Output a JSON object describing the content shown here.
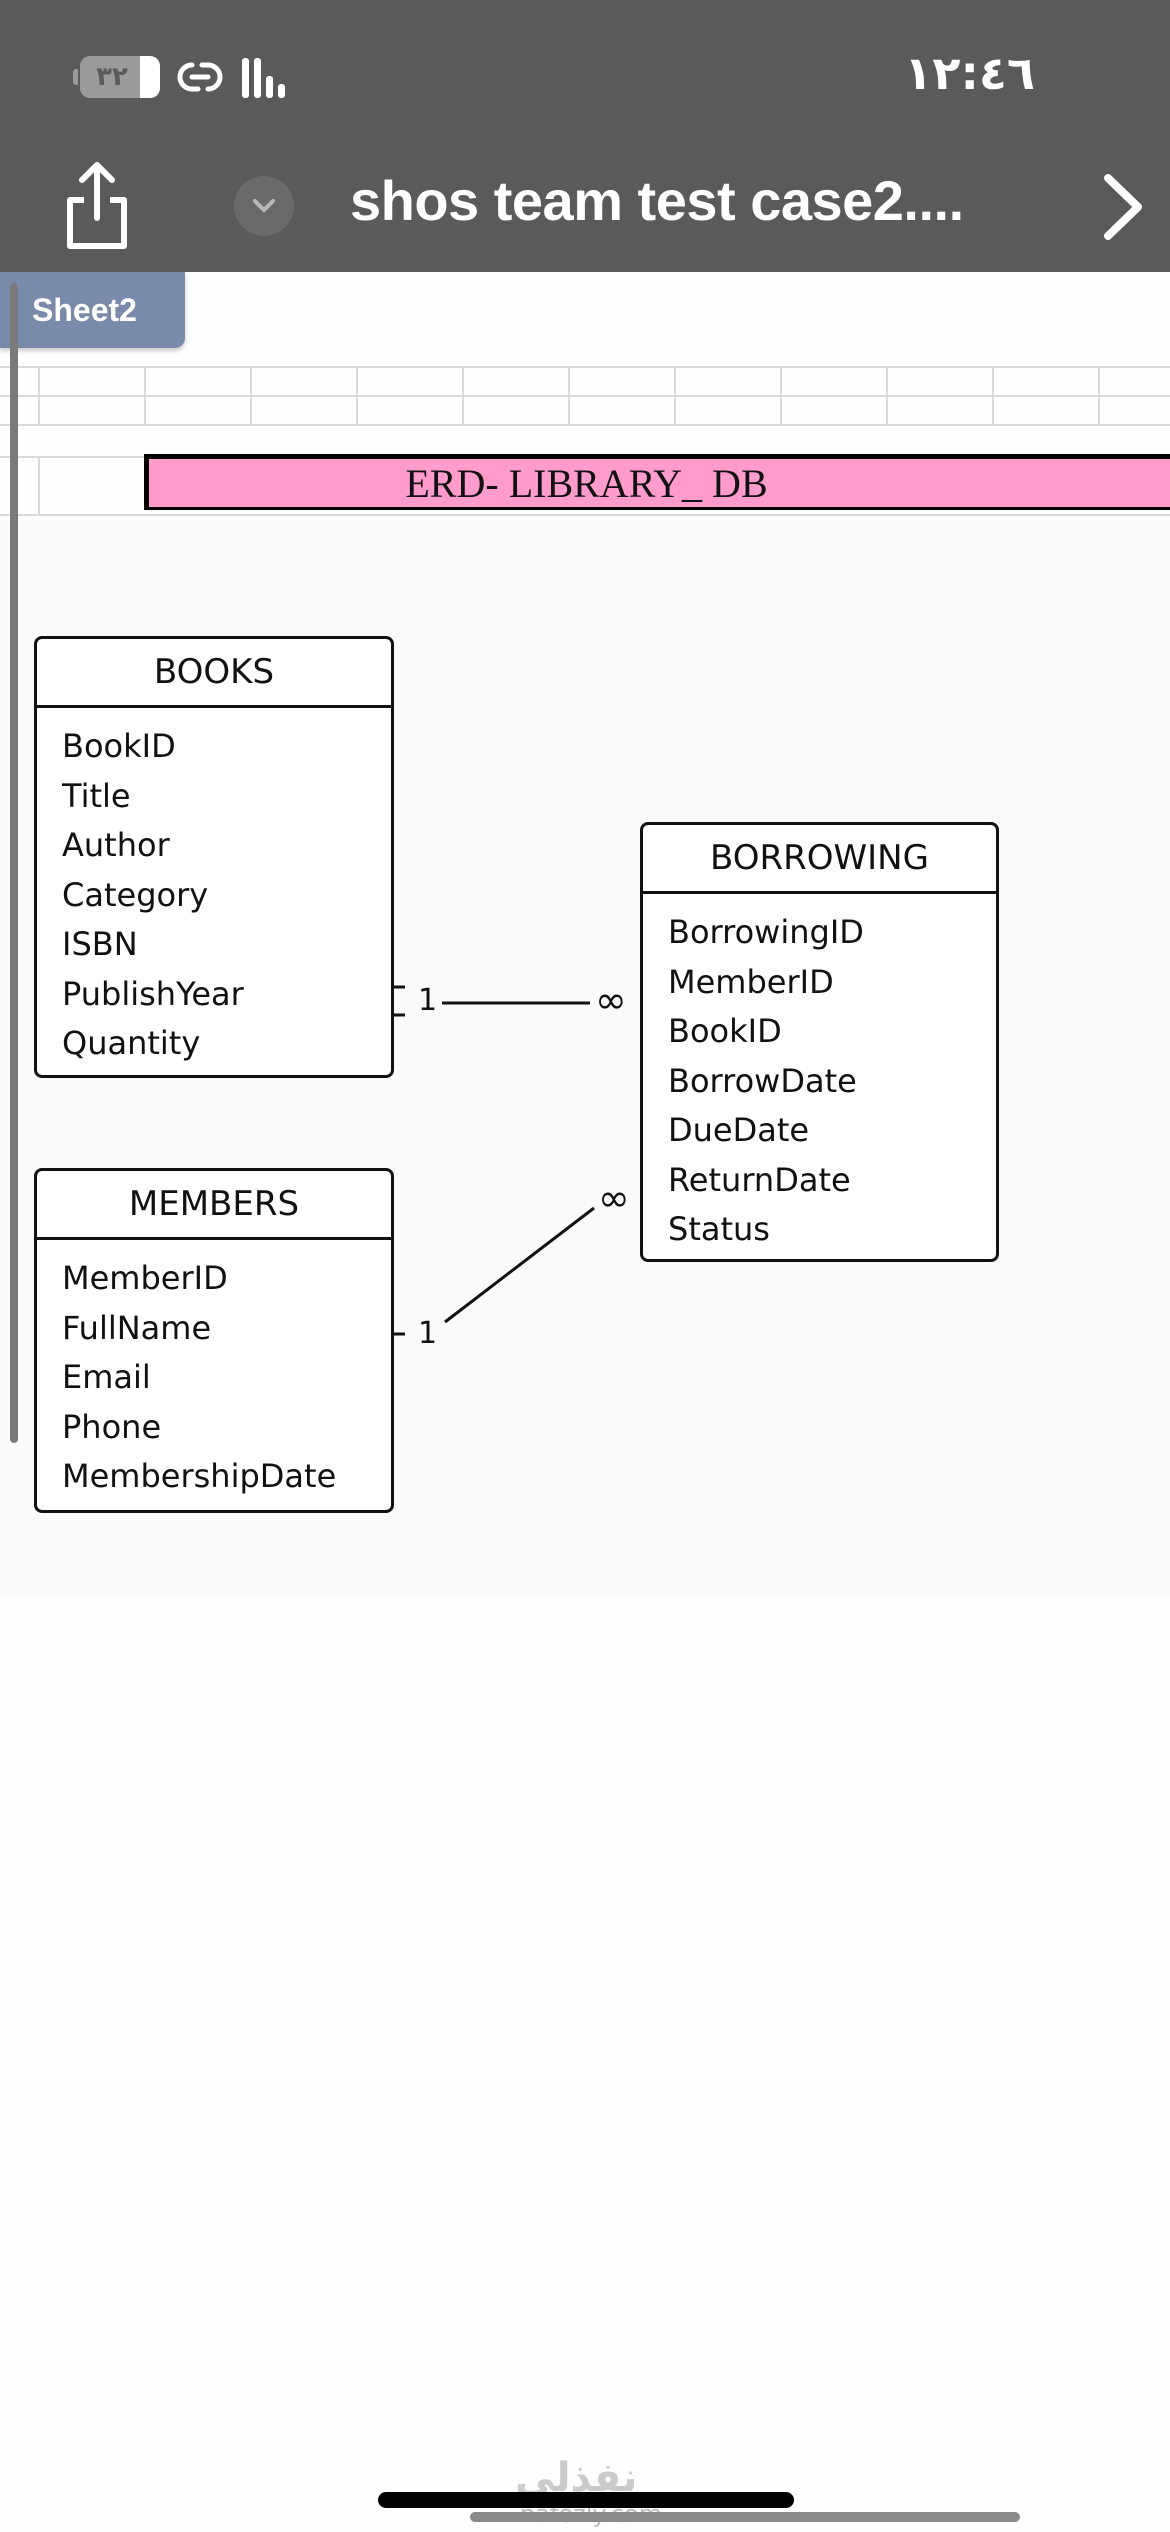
{
  "status_bar": {
    "battery_level": "٣٢",
    "time": "١٢:٤٦"
  },
  "toolbar": {
    "document_title": "shos team test case2....",
    "share_icon": "share-icon",
    "dropdown_icon": "chevron-down-icon",
    "next_icon": "chevron-right-icon"
  },
  "sheet": {
    "tab_label": "Sheet2",
    "title_cell": "ERD- LIBRARY_ DB",
    "title_color": "#ff9ccc"
  },
  "erd": {
    "entities": [
      {
        "name": "BOOKS",
        "attributes": [
          "BookID",
          "Title",
          "Author",
          "Category",
          "ISBN",
          "PublishYear",
          "Quantity"
        ]
      },
      {
        "name": "BORROWING",
        "attributes": [
          "BorrowingID",
          "MemberID",
          "BookID",
          "BorrowDate",
          "DueDate",
          "ReturnDate",
          "Status"
        ]
      },
      {
        "name": "MEMBERS",
        "attributes": [
          "MemberID",
          "FullName",
          "Email",
          "Phone",
          "MembershipDate"
        ]
      }
    ],
    "relationships": [
      {
        "from": "BOOKS",
        "to": "BORROWING",
        "from_cardinality": "1",
        "to_cardinality": "∞"
      },
      {
        "from": "MEMBERS",
        "to": "BORROWING",
        "from_cardinality": "1",
        "to_cardinality": "∞"
      }
    ]
  },
  "watermark": {
    "text": "نفذلي",
    "url": "nafezly.com"
  }
}
